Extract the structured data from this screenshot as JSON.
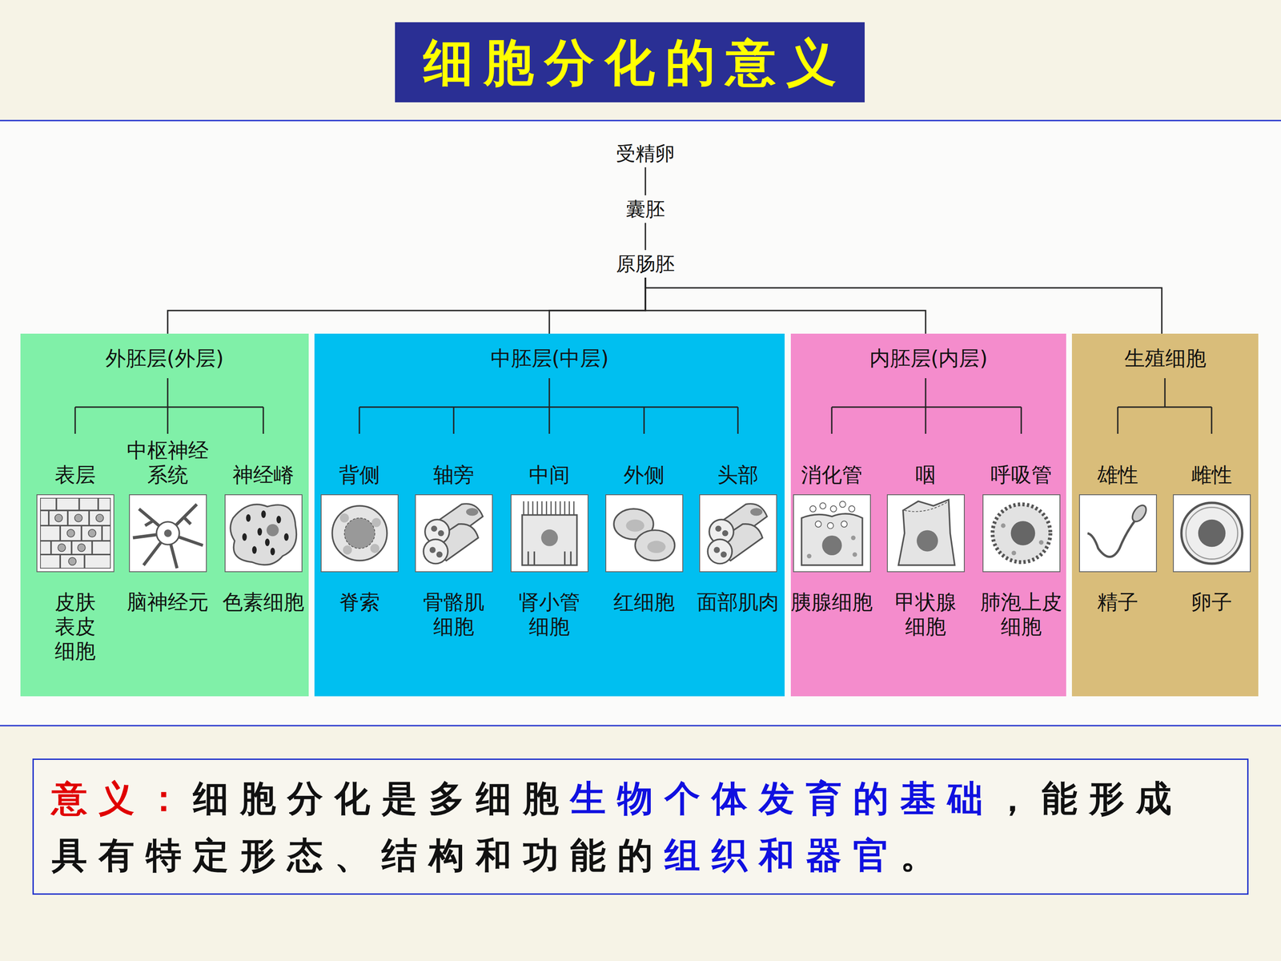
{
  "diagram": {
    "title": "细胞分化的意义",
    "nodes": [
      {
        "text": [
          "受精卵"
        ]
      },
      {
        "text": [
          "囊胚"
        ]
      },
      {
        "text": [
          "原肠胚"
        ]
      },
      {
        "text": [
          "外胚层(外层)"
        ]
      },
      {
        "text": [
          "表层",
          "皮肤表皮细胞"
        ],
        "in": 3
      },
      {
        "text": [
          "中枢神经系统",
          "脑神经元"
        ],
        "in": 3
      },
      {
        "text": [
          "神经嵴",
          "色素细胞"
        ],
        "in": 3
      },
      {
        "text": [
          "中胚层(中层)"
        ]
      },
      {
        "text": [
          "背侧",
          "脊索"
        ],
        "in": 7
      },
      {
        "text": [
          "轴旁",
          "骨骼肌细胞"
        ],
        "in": 7
      },
      {
        "text": [
          "中间",
          "肾小管细胞"
        ],
        "in": 7
      },
      {
        "text": [
          "外侧",
          "红细胞"
        ],
        "in": 7
      },
      {
        "text": [
          "头部",
          "面部肌肉"
        ],
        "in": 7
      },
      {
        "text": [
          "内胚层(内层)"
        ]
      },
      {
        "text": [
          "消化管",
          "胰腺细胞"
        ],
        "in": 13
      },
      {
        "text": [
          "咽",
          "甲状腺细胞"
        ],
        "in": 13
      },
      {
        "text": [
          "呼吸管",
          "肺泡上皮细胞"
        ],
        "in": 13
      },
      {
        "text": [
          "生殖细胞"
        ]
      },
      {
        "text": [
          "雄性",
          "精子"
        ],
        "in": 17
      },
      {
        "text": [
          "雌性",
          "卵子"
        ],
        "in": 17
      },
      {
        "text": [
          "意义：",
          "细胞分化是多细胞",
          "生物个体发育的基础",
          "，能形成具有特定形态、结构和功能的",
          "组织和器官",
          "。"
        ]
      }
    ],
    "edges": [
      {
        "from": 0,
        "to": 1,
        "arrow": "none"
      },
      {
        "from": 1,
        "to": 2,
        "arrow": "none"
      },
      {
        "from": 2,
        "to": 3,
        "arrow": "none"
      },
      {
        "from": 2,
        "to": 7,
        "arrow": "none"
      },
      {
        "from": 2,
        "to": 13,
        "arrow": "none"
      },
      {
        "from": 2,
        "to": 17,
        "arrow": "none"
      }
    ]
  }
}
